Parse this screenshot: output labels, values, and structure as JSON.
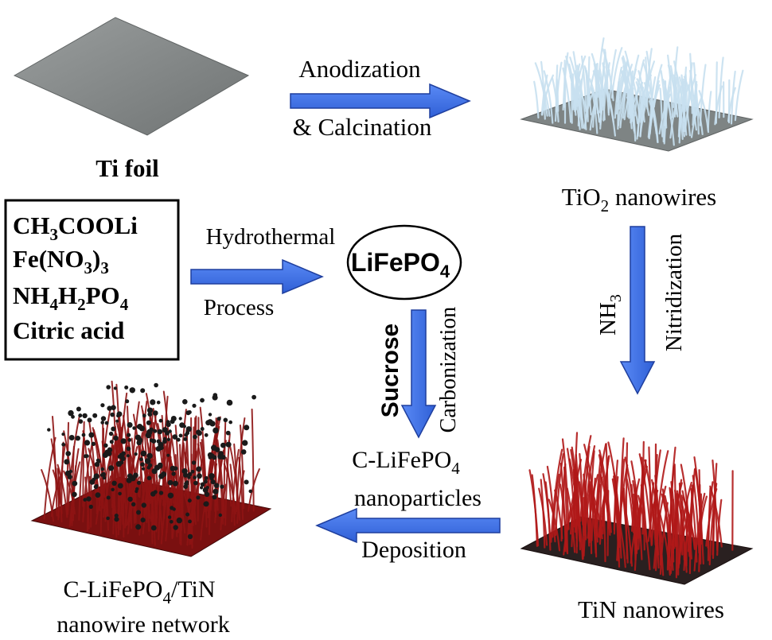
{
  "steps": {
    "anodization": {
      "line1": "Anodization",
      "line2": "& Calcination"
    },
    "hydrothermal": {
      "line1": "Hydrothermal",
      "line2": "Process"
    },
    "sucrose": "Sucrose",
    "carbonization": "Carbonization",
    "nh3_base": "NH",
    "nh3_sub": "3",
    "nitridization": "Nitridization",
    "deposition": "Deposition"
  },
  "materials": {
    "ti_foil": "Ti foil",
    "tio2": {
      "a": "TiO",
      "sub": "2",
      "b": " nanowires"
    },
    "lifepo4": {
      "a": "LiFePO",
      "sub": "4"
    },
    "c_lifepo4": {
      "a": "C-LiFePO",
      "sub": "4",
      "line2": "nanoparticles"
    },
    "tin": "TiN nanowires",
    "composite": {
      "a": "C-LiFePO",
      "sub": "4",
      "b": "/TiN",
      "line2": "nanowire network"
    }
  },
  "precursors": [
    {
      "a": "CH",
      "s1": "3",
      "b": "COOLi",
      "s2": "",
      "c": "",
      "s3": "",
      "d": ""
    },
    {
      "a": "Fe(NO",
      "s1": "3",
      "b": ")",
      "s2": "3",
      "c": "",
      "s3": "",
      "d": ""
    },
    {
      "a": "NH",
      "s1": "4",
      "b": "H",
      "s2": "2",
      "c": "PO",
      "s3": "4",
      "d": ""
    },
    {
      "a": "Citric acid",
      "s1": "",
      "b": "",
      "s2": "",
      "c": "",
      "s3": "",
      "d": ""
    }
  ],
  "colors": {
    "arrow": "#3b6fe8",
    "arrow_stroke": "#1f3f9e",
    "ti_plate": "#868a8a",
    "tio2_wire": "#c8e0f0",
    "tin_wire": "#b01818",
    "particle": "#1a1a1a"
  }
}
